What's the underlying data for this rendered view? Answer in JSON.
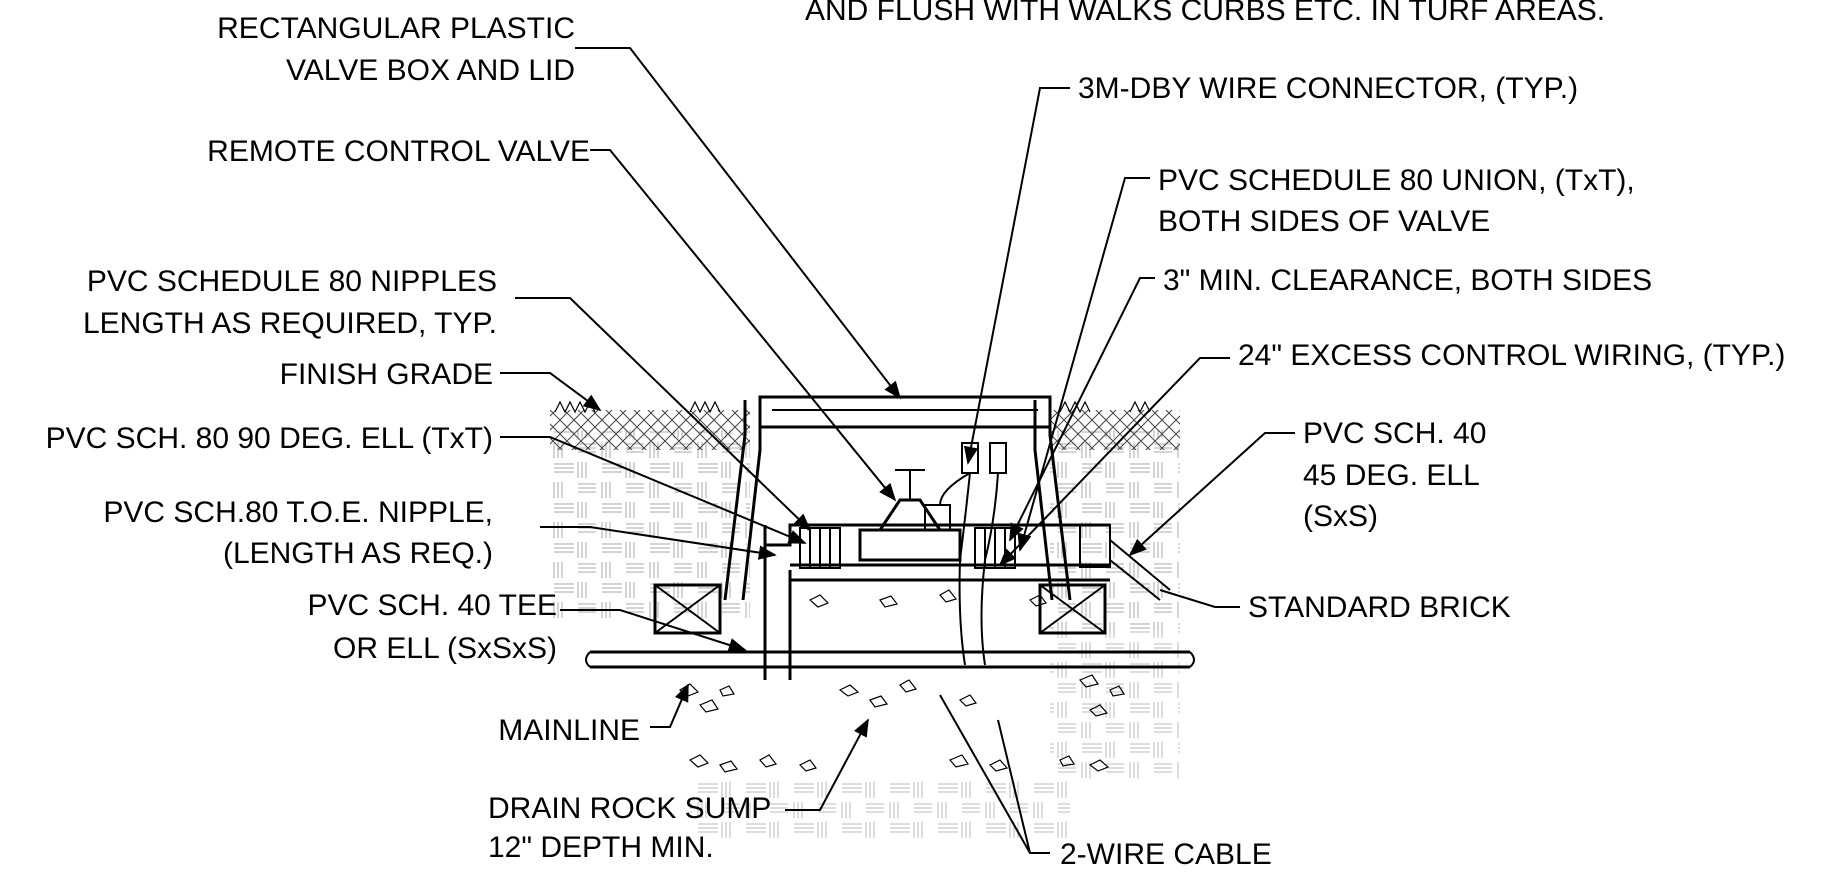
{
  "diagram": {
    "labels": {
      "top_note": "AND FLUSH WITH WALKS CURBS ETC. IN TURF AREAS.",
      "valve_box_1": "RECTANGULAR PLASTIC",
      "valve_box_2": "VALVE BOX AND LID",
      "remote_valve": "REMOTE CONTROL VALVE",
      "nipples_1": "PVC SCHEDULE 80 NIPPLES",
      "nipples_2": "LENGTH AS REQUIRED, TYP.",
      "finish_grade": "FINISH GRADE",
      "ell_90": "PVC SCH. 80 90 DEG. ELL (TxT)",
      "toe_1": "PVC SCH.80 T.O.E. NIPPLE,",
      "toe_2": "(LENGTH AS REQ.)",
      "tee_1": "PVC SCH. 40 TEE",
      "tee_2": "OR ELL (SxSxS)",
      "mainline": "MAINLINE",
      "sump_1": "DRAIN ROCK SUMP",
      "sump_2": "12\" DEPTH MIN.",
      "wire_connector": "3M-DBY WIRE CONNECTOR, (TYP.)",
      "union_1": "PVC SCHEDULE 80 UNION, (TxT),",
      "union_2": "BOTH SIDES OF VALVE",
      "clearance": "3\" MIN. CLEARANCE, BOTH SIDES",
      "excess_wiring": "24\" EXCESS CONTROL WIRING, (TYP.)",
      "ell_45_1": "PVC SCH. 40",
      "ell_45_2": "45 DEG. ELL",
      "ell_45_3": "(SxS)",
      "brick": "STANDARD BRICK",
      "cable": "2-WIRE CABLE"
    }
  }
}
